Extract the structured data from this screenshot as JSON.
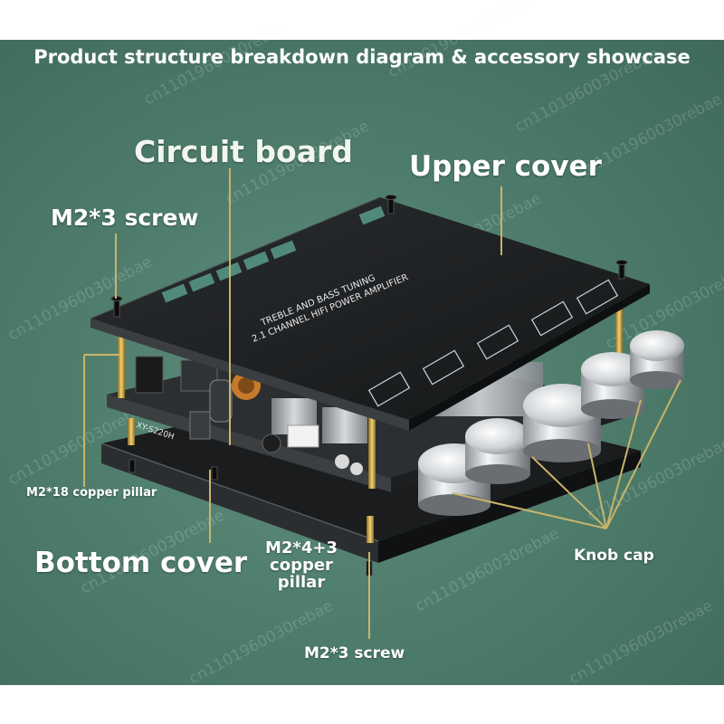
{
  "title": "Product structure breakdown diagram & accessory showcase",
  "labels": {
    "circuit_board": "Circuit board",
    "upper_cover": "Upper cover",
    "screw_top": "M2*3 screw",
    "copper_pillar_18": "M2*18 copper pillar",
    "bottom_cover": "Bottom cover",
    "copper_pillar_43": "M2*4+3 copper pillar",
    "knob_cap": "Knob cap",
    "screw_bottom": "M2*3 screw"
  },
  "board_text": {
    "line1": "TREBLE AND BASS TUNING",
    "line2": "2.1 CHANNEL HIFI POWER AMPLIFIER",
    "model": "XY-S220H"
  },
  "watermark": "cn1101960030rebae",
  "colors": {
    "background": "#4f7d6c",
    "label_text": "#ffffff",
    "leader_line": "#c9b46a",
    "board": "#1b1d1f",
    "pcb": "#2a2d2f",
    "pillar": "#c8a24a"
  }
}
